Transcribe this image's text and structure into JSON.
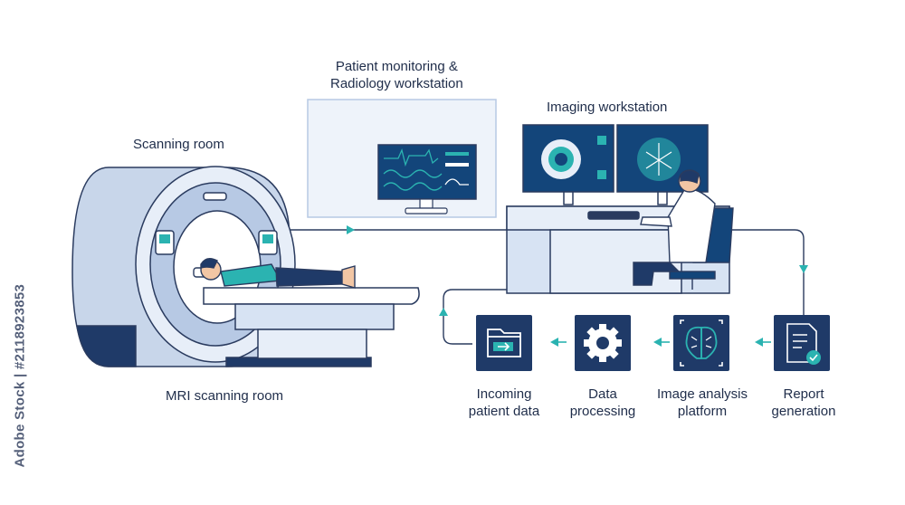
{
  "labels": {
    "scanning_room": "Scanning room",
    "patient_monitoring": "Patient monitoring &\nRadiology workstation",
    "imaging_workstation": "Imaging workstation",
    "mri_scanning_room": "MRI scanning room",
    "incoming_patient_data": "Incoming\npatient data",
    "data_processing": "Data\nprocessing",
    "image_analysis": "Image analysis\nplatform",
    "report_generation": "Report\ngeneration"
  },
  "credit": "Adobe Stock | #2118923853",
  "colors": {
    "navy": "#1f3a68",
    "outline": "#2a3b5f",
    "teal": "#2bb3b1",
    "light_blue": "#d7e3f3",
    "mid_blue": "#b7c9e4",
    "screen": "#13457a",
    "skin": "#f2c6a4"
  },
  "icons": [
    "folder-arrow-icon",
    "gear-icon",
    "brain-scan-icon",
    "report-check-icon"
  ]
}
